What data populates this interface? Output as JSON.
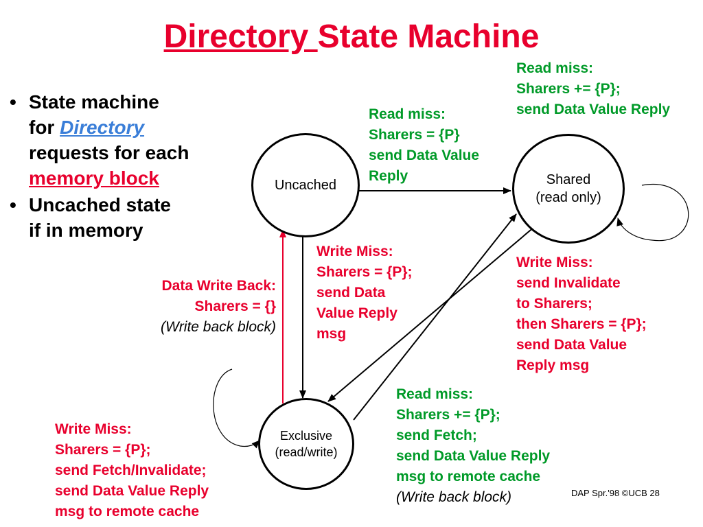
{
  "title": {
    "part1": "Directory ",
    "part2": "State Machine"
  },
  "bullets": {
    "b1_a": "State machine",
    "b1_b": "for ",
    "b1_link": "Directory",
    "b1_c": "requests for each",
    "b1_link2": "memory block",
    "b2_a": "Uncached state",
    "b2_b": "if in memory",
    "bullet_glyph": "•"
  },
  "states": {
    "uncached": "Uncached",
    "shared_1": "Shared",
    "shared_2": "(read only)",
    "exclusive_1": "Exclusive",
    "exclusive_2": "(read/write)"
  },
  "labels": {
    "shared_self": [
      "Read miss:",
      "Sharers += {P};",
      "send Data Value Reply"
    ],
    "unc_to_shared": [
      "Read miss:",
      "Sharers = {P}",
      "send Data Value",
      "Reply"
    ],
    "unc_to_excl": [
      "Write Miss:",
      "Sharers = {P};",
      "send Data",
      "Value Reply",
      "msg"
    ],
    "excl_to_unc": [
      "Data Write Back:",
      "Sharers = {}",
      "(Write back block)"
    ],
    "shared_to_excl": [
      "Write Miss:",
      "send Invalidate",
      "to Sharers;",
      "then Sharers = {P};",
      "send Data Value",
      "Reply msg"
    ],
    "excl_self": [
      "Write Miss:",
      "Sharers = {P};",
      "send Fetch/Invalidate;",
      "send Data Value Reply",
      "msg to remote cache"
    ],
    "excl_to_shared": [
      "Read miss:",
      "Sharers += {P};",
      "send Fetch;",
      "send Data Value Reply",
      "msg to remote cache",
      "(Write back block)"
    ]
  },
  "footer": "DAP Spr.'98 ©UCB 28",
  "colors": {
    "title": "#e8002d",
    "green": "#009a28",
    "red": "#e8002d",
    "link_blue": "#3a7ed8"
  }
}
